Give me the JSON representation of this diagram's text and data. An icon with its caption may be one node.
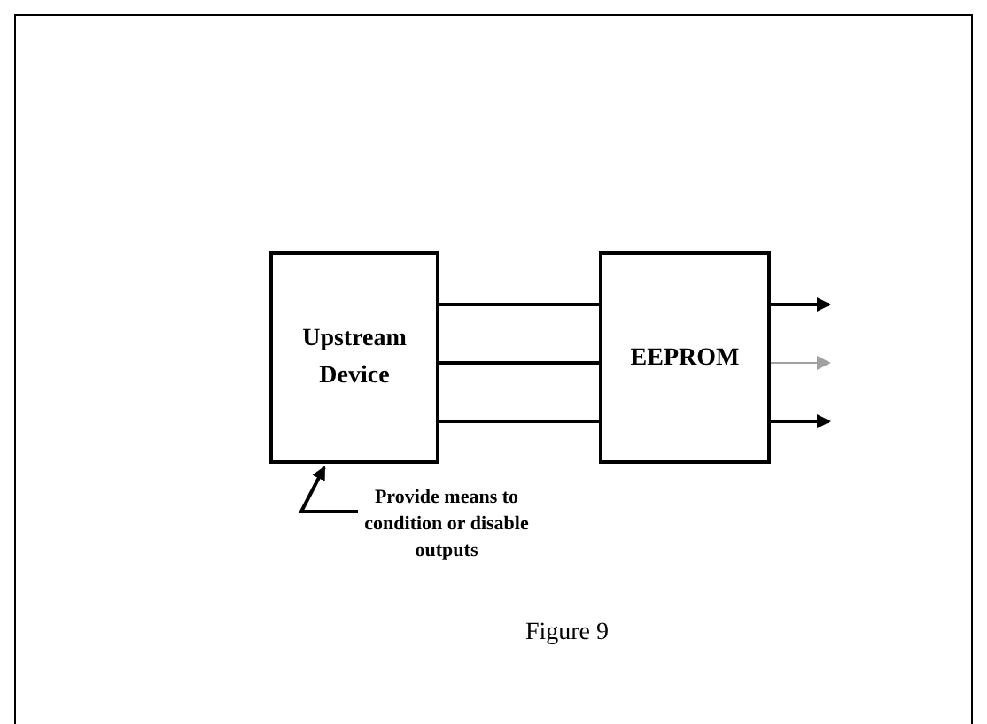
{
  "diagram": {
    "nodes": [
      {
        "text": [
          "Upstream Device"
        ]
      },
      {
        "text": [
          "EEPROM"
        ]
      },
      {
        "text": [
          "Provide means to condition or disable outputs"
        ]
      }
    ],
    "edges": [
      {
        "from": 0,
        "to": 1,
        "arrow": "none"
      },
      {
        "from": 0,
        "to": 1,
        "arrow": "none"
      },
      {
        "from": 0,
        "to": 1,
        "arrow": "none"
      },
      {
        "from": 1,
        "to": null,
        "arrow": "to"
      },
      {
        "from": 1,
        "to": null,
        "arrow": "to",
        "color": "#a0a0a0"
      },
      {
        "from": 1,
        "to": null,
        "arrow": "to"
      },
      {
        "from": 2,
        "to": 0,
        "arrow": "to"
      }
    ],
    "caption": "Figure 9"
  }
}
